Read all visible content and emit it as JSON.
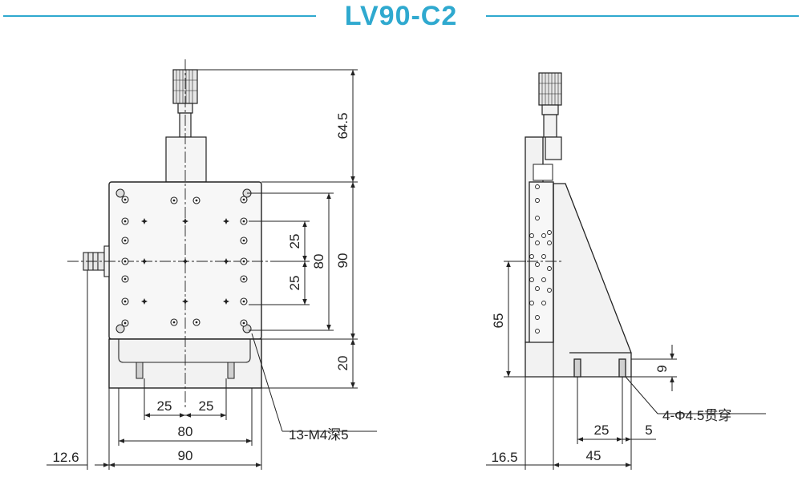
{
  "title": "LV90-C2",
  "front_view": {
    "dims": {
      "micrometer_height": "64.5",
      "stage_height": "90",
      "hole_span_v": "80",
      "hole_pitch_upper": "25",
      "hole_pitch_lower": "25",
      "base_height": "20",
      "pitch_h_left": "25",
      "pitch_h_right": "25",
      "hole_span_h": "80",
      "stage_width": "90",
      "offset_left": "12.6"
    },
    "callout_holes": "13-M4深5"
  },
  "side_view": {
    "dims": {
      "table_height": "65",
      "slot_height": "9",
      "slot_pitch": "25",
      "slot_offset": "5",
      "base_length": "45",
      "offset_left": "16.5"
    },
    "callout_through": "4-Φ4.5贯穿"
  },
  "colors": {
    "accent": "#2fa9cf",
    "line": "#222222",
    "fill_light": "#f2f2f2",
    "fill_mid": "#d9d9d9"
  }
}
